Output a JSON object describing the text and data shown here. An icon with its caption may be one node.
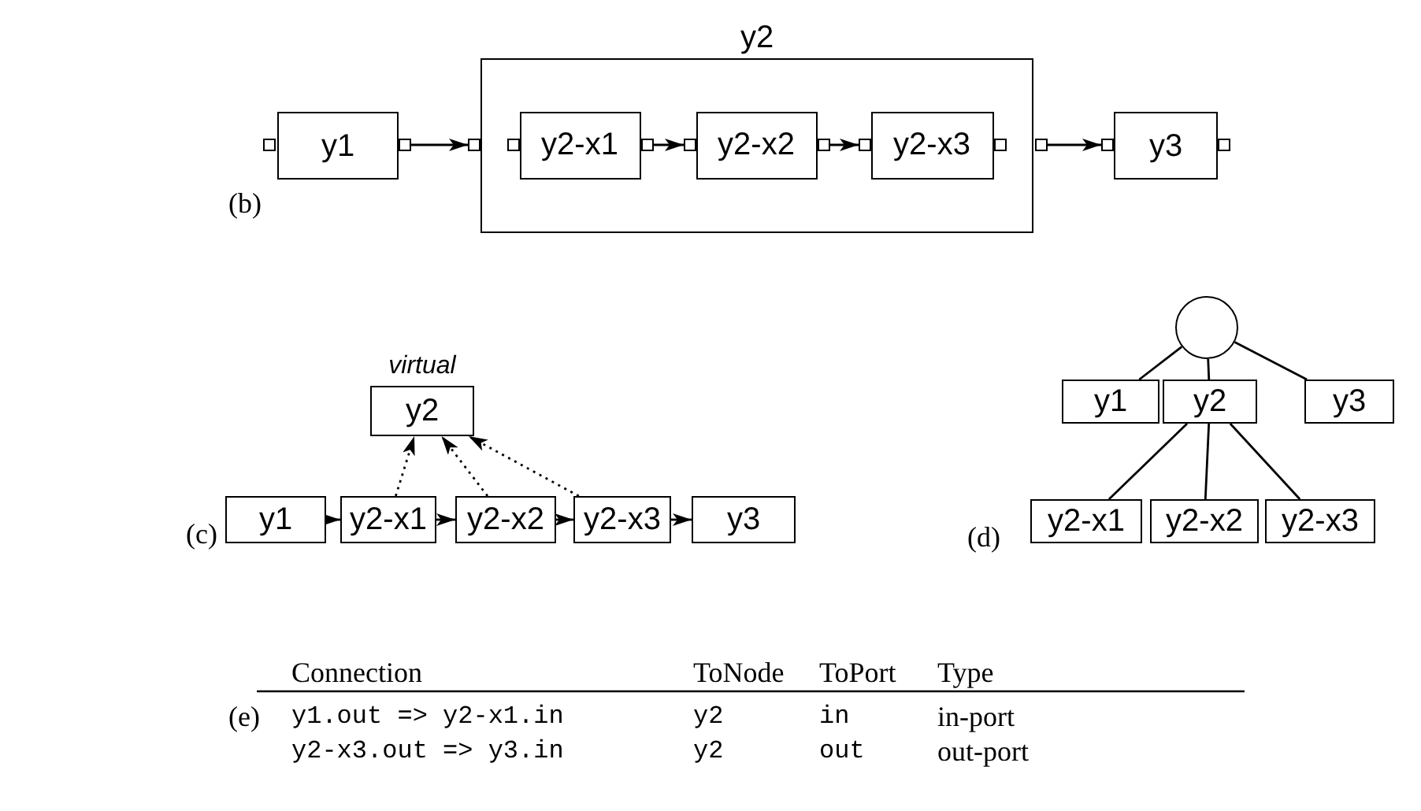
{
  "diagram": {
    "nodes": [
      {
        "text": [
          "y2"
        ]
      },
      {
        "text": [],
        "shape": "box"
      },
      {
        "text": [
          "y1"
        ]
      },
      {
        "text": [],
        "shape": "box"
      },
      {
        "text": [],
        "shape": "box"
      },
      {
        "text": [],
        "shape": "box",
        "in": 0
      },
      {
        "text": [
          "y2-x1"
        ],
        "in": 0
      },
      {
        "text": [],
        "shape": "box",
        "in": 0
      },
      {
        "text": [],
        "shape": "box",
        "in": 0
      },
      {
        "text": [
          "y2-x2"
        ],
        "in": 0
      },
      {
        "text": [],
        "shape": "box",
        "in": 0
      },
      {
        "text": [],
        "shape": "box",
        "in": 0
      },
      {
        "text": [
          "y2-x3"
        ],
        "in": 0
      },
      {
        "text": [],
        "shape": "box",
        "in": 0
      },
      {
        "text": [],
        "shape": "box"
      },
      {
        "text": [],
        "shape": "box"
      },
      {
        "text": [
          "y3"
        ]
      },
      {
        "text": [],
        "shape": "box"
      },
      {
        "text": [
          "y2"
        ],
        "beside": [
          "virtual"
        ]
      },
      {
        "text": [
          "y1"
        ]
      },
      {
        "text": [
          "y2-x1"
        ]
      },
      {
        "text": [
          "y2-x2"
        ]
      },
      {
        "text": [
          "y2-x3"
        ]
      },
      {
        "text": [
          "y3"
        ]
      },
      {
        "text": [],
        "shape": "circle"
      },
      {
        "text": [
          "y1"
        ]
      },
      {
        "text": [
          "y2"
        ]
      },
      {
        "text": [
          "y3"
        ]
      },
      {
        "text": [
          "y2-x1"
        ]
      },
      {
        "text": [
          "y2-x2"
        ]
      },
      {
        "text": [
          "y2-x3"
        ]
      }
    ],
    "edges": [
      {
        "from": 3,
        "to": 4,
        "arrow": "to"
      },
      {
        "from": 7,
        "to": 8,
        "arrow": "to"
      },
      {
        "from": 10,
        "to": 11,
        "arrow": "to"
      },
      {
        "from": 14,
        "to": 15,
        "arrow": "to"
      },
      {
        "from": 19,
        "to": 20,
        "arrow": "to"
      },
      {
        "from": 20,
        "to": 21,
        "arrow": "to"
      },
      {
        "from": 21,
        "to": 22,
        "arrow": "to"
      },
      {
        "from": 22,
        "to": 23,
        "arrow": "to"
      },
      {
        "from": 20,
        "to": 18,
        "arrow": "to",
        "style": "dashed"
      },
      {
        "from": 21,
        "to": 18,
        "arrow": "to",
        "style": "dashed"
      },
      {
        "from": 22,
        "to": 18,
        "arrow": "to",
        "style": "dashed"
      },
      {
        "from": 24,
        "to": 25,
        "arrow": "none"
      },
      {
        "from": 24,
        "to": 26,
        "arrow": "none"
      },
      {
        "from": 24,
        "to": 27,
        "arrow": "none"
      },
      {
        "from": 26,
        "to": 28,
        "arrow": "none"
      },
      {
        "from": 26,
        "to": 29,
        "arrow": "none"
      },
      {
        "from": 26,
        "to": 30,
        "arrow": "none"
      }
    ],
    "labels": [
      "(b)",
      "(c)",
      "(d)",
      "Connection",
      "ToNode",
      "ToPort",
      "Type",
      "(e)",
      "y1.out => y2-x1.in",
      "y2",
      "in",
      "in-port",
      "y2-x3.out => y3.in",
      "y2",
      "out",
      "out-port"
    ]
  }
}
